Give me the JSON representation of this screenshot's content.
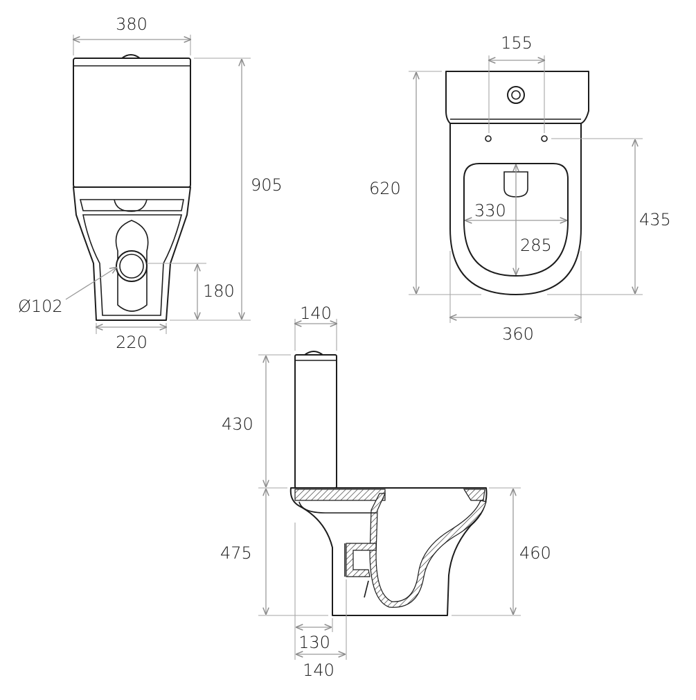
{
  "drawing": {
    "colors": {
      "outline": "#1c1c1c",
      "dimension_line": "#9a9a9a",
      "label": "#1a1a1a",
      "background": "#ffffff"
    },
    "front_view": {
      "overall_width": "380",
      "overall_height": "905",
      "outlet_height": "180",
      "outlet_diameter": "Ø102",
      "base_width": "220"
    },
    "top_view": {
      "fixing_centres": "155",
      "overall_depth": "620",
      "seat_opening_width": "330",
      "seat_opening_depth": "285",
      "fixing_to_front": "435",
      "bowl_width": "360"
    },
    "side_view": {
      "cistern_depth": "140",
      "cistern_height": "430",
      "seat_height": "475",
      "pan_height": "460",
      "outlet_setback_a": "130",
      "outlet_setback_b": "140"
    }
  }
}
